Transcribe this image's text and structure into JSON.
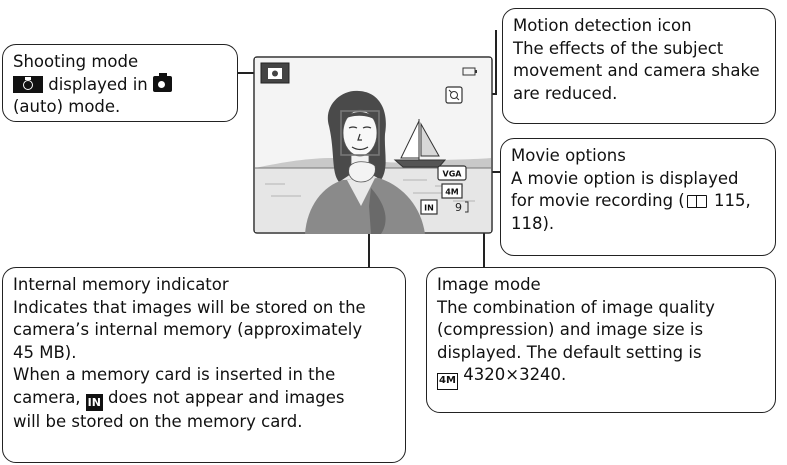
{
  "callouts": {
    "shooting_mode": {
      "title": "Shooting mode",
      "line2": "displayed in",
      "line3": "(auto) mode."
    },
    "motion_detection": {
      "title": "Motion detection icon",
      "lines": [
        "The effects of the subject",
        "movement and camera shake",
        "are reduced."
      ]
    },
    "movie_options": {
      "title": "Movie options",
      "line2": "A movie option is displayed",
      "line3_prefix": "for movie recording (",
      "line3_suffix": " 115,",
      "line4": "118)."
    },
    "internal_memory": {
      "title": "Internal memory indicator",
      "lines": [
        "Indicates that images will be stored on the",
        "camera’s internal memory (approximately",
        "45 MB).",
        "When a memory card is inserted in the"
      ],
      "line6_prefix": "camera,",
      "line6_suffix": "does not appear and images",
      "line7": "will be stored on the memory card."
    },
    "image_mode": {
      "title": "Image mode",
      "lines": [
        "The combination of image quality",
        "(compression) and image size is",
        "displayed. The default setting is"
      ],
      "line5_suffix": "4320×3240."
    }
  },
  "screen": {
    "movie_badge": "VGA",
    "image_badge": "4M",
    "memory_badge": "IN",
    "shots_remaining": "9"
  },
  "icons": {
    "camera": "camera-icon",
    "reference": "book-reference-icon",
    "internal_memory": "internal-memory-icon",
    "image_mode": "image-mode-4m-icon"
  }
}
